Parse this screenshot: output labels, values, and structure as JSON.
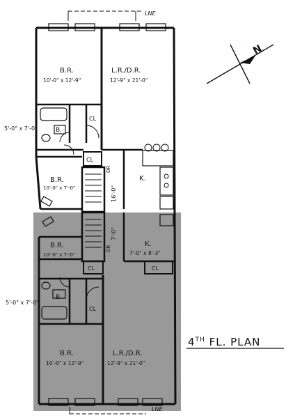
{
  "plan_title": "FL. PLAN",
  "floor_number": "4",
  "floor_suffix": "TH",
  "north_label": "N",
  "lane_label_top": "LNE",
  "lane_label_bottom": "LNE",
  "shade_color": "#999999",
  "upper_unit": {
    "bedroom_front": {
      "name": "B.R.",
      "dims": "10'-0\" x 12'-9\""
    },
    "living_dining": {
      "name": "L.R./D.R.",
      "dims": "12'-9\" x 21'-0\""
    },
    "bath": {
      "name": "B.",
      "dims": "5'-0\" x 7'-0\""
    },
    "closet_1": "CL",
    "closet_2": "CL",
    "bedroom_rear": {
      "name": "B.R.",
      "dims": "10'-0\" x 7'-0\""
    },
    "kitchen": {
      "name": "K."
    },
    "hall_dims": "16'-0\"",
    "door_mark": "DR"
  },
  "lower_unit": {
    "bedroom_rear": {
      "name": "B.R.",
      "dims": "10'-0\" x 7'-0\""
    },
    "kitchen": {
      "name": "K.",
      "dims": "7'-0\" x 8'-3\""
    },
    "closet_1": "CL",
    "closet_2": "CL",
    "closet_3": "CL",
    "bath": {
      "name": "B.",
      "dims": "5'-0\" x 7'-0\""
    },
    "bedroom_front": {
      "name": "B.R.",
      "dims": "10'-0\" x 12'-9\""
    },
    "living_dining": {
      "name": "L.R./D.R.",
      "dims": "12'-9\" x 21'-0\""
    },
    "hall_dims": "7'-0\"",
    "door_mark": "DR"
  }
}
